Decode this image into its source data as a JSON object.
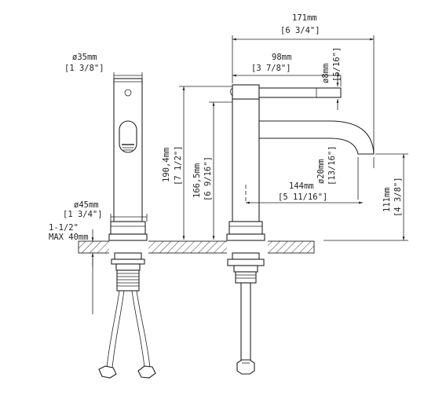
{
  "dimensions": {
    "spout_reach": {
      "mm": "171mm",
      "inch": "[6 3/4\"]"
    },
    "body_diameter_front": {
      "mm": "ø35mm",
      "inch": "[1 3/8\"]"
    },
    "lever_length": {
      "mm": "98mm",
      "inch": "[3 7/8\"]"
    },
    "lever_diameter": {
      "mm": "ø8mm",
      "inch": "[5/16\"]"
    },
    "total_height": {
      "mm": "190,4mm",
      "inch": "[7 1/2\"]"
    },
    "body_height": {
      "mm": "166,5mm",
      "inch": "[6 9/16\"]"
    },
    "outlet_diameter": {
      "mm": "ø20mm",
      "inch": "[13/16\"]"
    },
    "outlet_reach": {
      "mm": "144mm",
      "inch": "[5 11/16\"]"
    },
    "spout_height": {
      "mm": "111mm",
      "inch": "[4 3/8\"]"
    },
    "base_diameter": {
      "mm": "ø45mm",
      "inch": "[1 3/4\"]"
    },
    "max_deck": {
      "line1": "1-1/2\"",
      "line2": "MAX 40mm"
    }
  }
}
